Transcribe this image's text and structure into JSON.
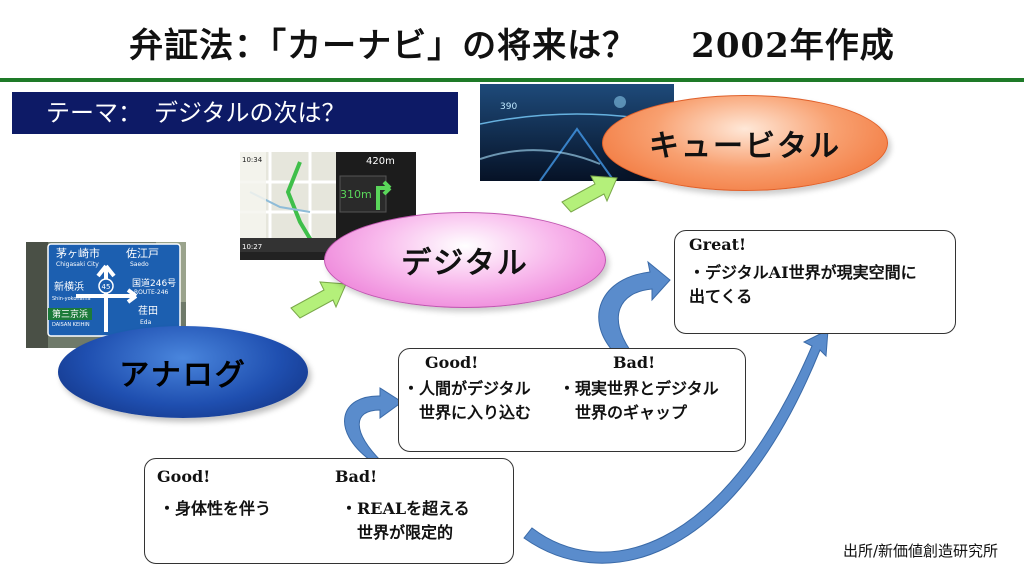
{
  "title": {
    "main": "弁証法：「カーナビ」の将来は？",
    "year": "2002年作成"
  },
  "theme": "テーマ：　デジタルの次は？",
  "stages": {
    "analog": "アナログ",
    "digital": "デジタル",
    "cubital": "キュービタル"
  },
  "analog_box": {
    "good_label": "Good!",
    "bad_label": "Bad!",
    "good_text": "・身体性を伴う",
    "bad_text": "・REALを超える\n　世界が限定的"
  },
  "digital_box": {
    "good_label": "Good!",
    "bad_label": "Bad!",
    "good_text": "・人間がデジタル\n　世界に入り込む",
    "bad_text": "・現実世界とデジタル\n　世界のギャップ"
  },
  "great_box": {
    "label": "Great!",
    "text": "・デジタルAI世界が現実空間に\n出てくる"
  },
  "sign_photo": {
    "l1": "茅ヶ崎市",
    "l1b": "佐江戸",
    "l2": "Chigasaki City",
    "l2b": "Saedo",
    "l3": "新横浜",
    "l3b": "国道246号",
    "l4": "Shin-yokohama",
    "l4b": "ROUTE-246",
    "l5": "第三京浜",
    "l5b": "荏田",
    "l6": "DAISAN KEIHIN",
    "l6b": "Eda",
    "route": "45"
  },
  "nav_photo": {
    "time": "10:34",
    "dist1": "420m",
    "dist2": "310m",
    "clock": "10:27"
  },
  "hud_photo": {
    "value": "390"
  },
  "source": "出所/新価値創造研究所",
  "colors": {
    "rule": "#1e7a28",
    "theme_bg": "#0d1a66",
    "arrow_green": "#b4f07a",
    "arrow_blue": "#5a8ccc"
  }
}
